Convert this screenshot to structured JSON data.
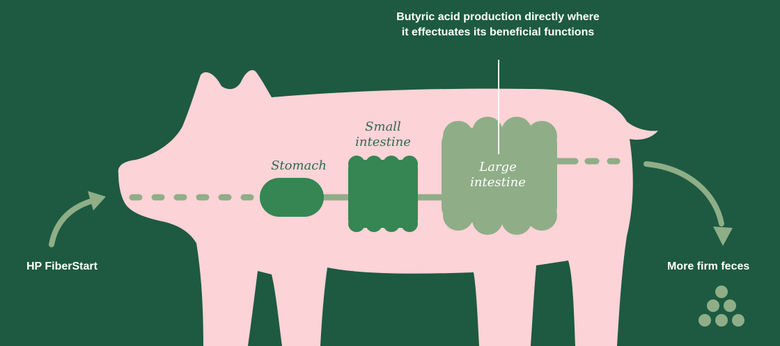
{
  "callout": {
    "line1": "Butyric acid production directly where",
    "line2": "it effectuates its beneficial functions"
  },
  "input_label": "HP FiberStart",
  "output_label": "More firm feces",
  "organs": {
    "stomach": "Stomach",
    "small_intestine_line1": "Small",
    "small_intestine_line2": "intestine",
    "large_intestine_line1": "Large",
    "large_intestine_line2": "intestine"
  },
  "colors": {
    "background": "#1d5a41",
    "pig_body": "#fcd3d7",
    "organ_dark": "#358653",
    "organ_light": "#8fae87",
    "gut_line": "#8fae87",
    "arrow": "#8fae87"
  },
  "icons": [
    "pig-silhouette",
    "curved-arrow-in",
    "curved-arrow-out",
    "feces-dots"
  ]
}
